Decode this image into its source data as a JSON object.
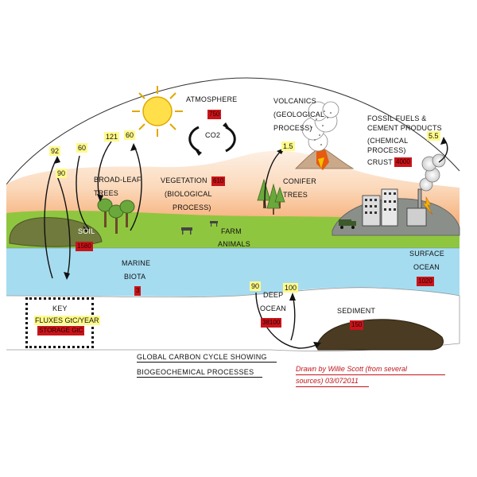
{
  "labels": {
    "atmosphere": "ATMOSPHERE",
    "co2": "CO2",
    "volcanics_1": "VOLCANICS",
    "volcanics_2": "(GEOLOGICAL",
    "volcanics_3": "PROCESS)",
    "fossil_1": "FOSSIL FUELS   &",
    "fossil_2": "CEMENT  PRODUCTS",
    "fossil_3": "(CHEMICAL",
    "fossil_4": "PROCESS)",
    "crust": "CRUST",
    "broadleaf_1": "BROAD-LEAF",
    "broadleaf_2": "TREES",
    "vegetation_1": "VEGETATION",
    "vegetation_2": "(BIOLOGICAL",
    "vegetation_3": "PROCESS)",
    "conifer_1": "CONIFER",
    "conifer_2": "TREES",
    "farm_1": "FARM",
    "farm_2": "ANIMALS",
    "soil": "SOIL",
    "marine_1": "MARINE",
    "marine_2": "BIOTA",
    "surface_1": "SURFACE",
    "surface_2": "OCEAN",
    "deep_1": "DEEP",
    "deep_2": "OCEAN",
    "sediment": "SEDIMENT",
    "key_title": "KEY",
    "key_flux": "FLUXES GtC/YEAR",
    "key_storage": "STORAGE GtC"
  },
  "fluxes": {
    "f92": "92",
    "f90_left": "90",
    "f60_left": "60",
    "f121": "121",
    "f60_right": "60",
    "f1_5": "1.5",
    "f5_5": "5.5",
    "f90_ocean": "90",
    "f100": "100"
  },
  "storages": {
    "atmosphere": "750",
    "vegetation": "610",
    "soil": "1580",
    "crust": "4000",
    "marine": "3",
    "surface_ocean": "1020",
    "deep_ocean": "38100",
    "sediment": "150"
  },
  "caption": {
    "line1": "GLOBAL CARBON CYCLE SHOWING",
    "line2": "BIOGEOCHEMICAL PROCESSES"
  },
  "credit": {
    "line1": "Drawn by Willie Scott (from several",
    "line2": "sources) 03/072011"
  },
  "colors": {
    "sky_orange": "#f6b37d",
    "land_green": "#8fc640",
    "ocean_surface": "#a6dcf0",
    "storage_red": "#c8141a",
    "flux_yellow": "#fffa8a",
    "credit_red": "#c0141a"
  }
}
